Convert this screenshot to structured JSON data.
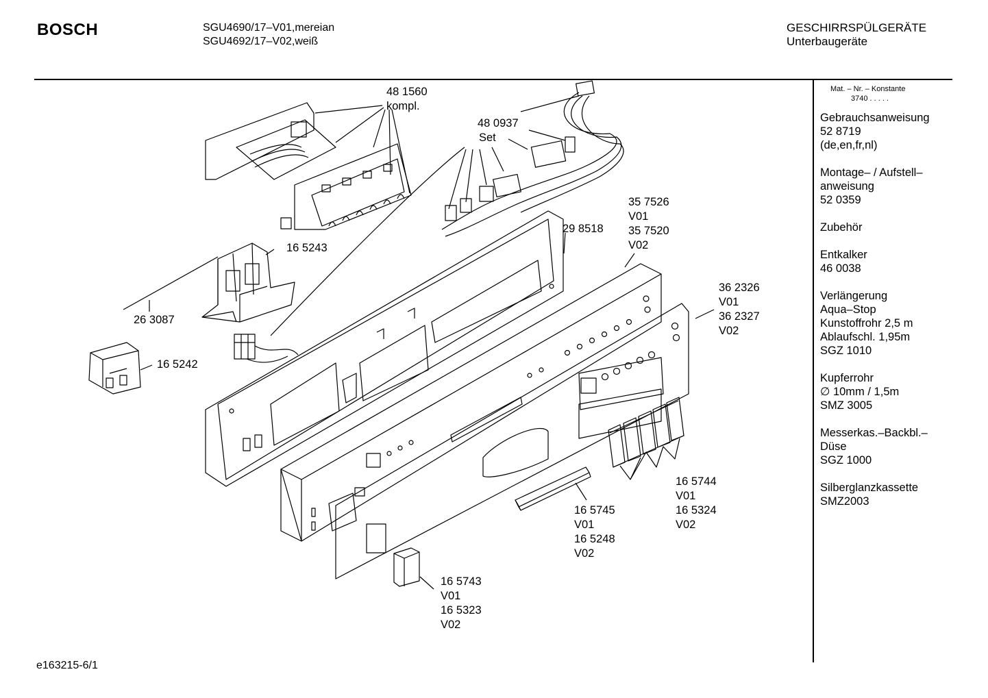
{
  "header": {
    "brand": "BOSCH",
    "models": [
      "SGU4690/17–V01,mereian",
      "SGU4692/17–V02,weiß"
    ],
    "category": [
      "GESCHIRRSPÜLGERÄTE",
      "Unterbaugeräte"
    ]
  },
  "sidebar": {
    "konstante_label": "Mat. – Nr. – Konstante",
    "konstante_value": "3740  .  .  .  .  .",
    "items": [
      [
        "Gebrauchsanweisung",
        "52 8719",
        "(de,en,fr,nl)"
      ],
      [
        "Montage– / Aufstell–",
        "anweisung",
        "52 0359"
      ],
      [
        "Zubehör"
      ],
      [
        "Entkalker",
        "46 0038"
      ],
      [
        "Verlängerung",
        "Aqua–Stop",
        "Kunstoffrohr 2,5 m",
        "Ablaufschl. 1,95m",
        "SGZ 1010"
      ],
      [
        "Kupferrohr",
        "∅ 10mm / 1,5m",
        "SMZ 3005"
      ],
      [
        "Messerkas.–Backbl.–",
        "Düse",
        "SGZ 1000"
      ],
      [
        "Silberglanzkassette",
        "SMZ2003"
      ]
    ]
  },
  "parts": {
    "p481560": [
      "48 1560",
      "kompl."
    ],
    "p480937": [
      "48 0937",
      "Set"
    ],
    "p165243": [
      "16 5243"
    ],
    "p263087": [
      "26 3087"
    ],
    "p165242": [
      "16 5242"
    ],
    "p298518": [
      "29 8518"
    ],
    "p357526": [
      "35 7526",
      "V01",
      "35 7520",
      "V02"
    ],
    "p362326": [
      "36 2326",
      "V01",
      "36 2327",
      "V02"
    ],
    "p165744": [
      "16 5744",
      "V01",
      "16 5324",
      "V02"
    ],
    "p165745": [
      "16 5745",
      "V01",
      "16 5248",
      "V02"
    ],
    "p165743": [
      "16 5743",
      "V01",
      "16 5323",
      "V02"
    ]
  },
  "footer": {
    "code": "e163215-6/1"
  }
}
